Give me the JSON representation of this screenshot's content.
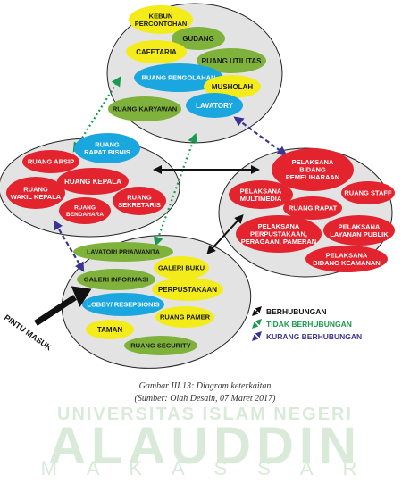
{
  "diagram": {
    "groups": [
      {
        "id": "service",
        "zones": [
          {
            "label": [
              "KEBUN",
              "PERCONTOHAN"
            ],
            "color": "yellow"
          },
          {
            "label": [
              "GUDANG"
            ],
            "color": "green"
          },
          {
            "label": [
              "CAFETARIA"
            ],
            "color": "yellow"
          },
          {
            "label": [
              "RUANG UTILITAS"
            ],
            "color": "green"
          },
          {
            "label": [
              "RUANG PENGOLAHAN"
            ],
            "color": "blue"
          },
          {
            "label": [
              "MUSHOLAH"
            ],
            "color": "yellow"
          },
          {
            "label": [
              "RUANG KARYAWAN"
            ],
            "color": "green"
          },
          {
            "label": [
              "LAVATORY"
            ],
            "color": "blue"
          }
        ]
      },
      {
        "id": "office",
        "zones": [
          {
            "label": [
              "RUANG",
              "RAPAT BISNIS"
            ],
            "color": "blue"
          },
          {
            "label": [
              "RUANG ARSIP"
            ],
            "color": "red"
          },
          {
            "label": [
              "RUANG KEPALA"
            ],
            "color": "red"
          },
          {
            "label": [
              "RUANG",
              "WAKIL KEPALA"
            ],
            "color": "red"
          },
          {
            "label": [
              "RUANG",
              "SEKRETARIS"
            ],
            "color": "red"
          },
          {
            "label": [
              "RUANG",
              "BENDAHARA"
            ],
            "color": "red"
          }
        ]
      },
      {
        "id": "management",
        "zones": [
          {
            "label": [
              "PELAKSANA",
              "BIDANG",
              "PEMELIHARAAN"
            ],
            "color": "red"
          },
          {
            "label": [
              "PELAKSANA",
              "MULTIMEDIA"
            ],
            "color": "red"
          },
          {
            "label": [
              "RUANG STAFF"
            ],
            "color": "red"
          },
          {
            "label": [
              "RUANG RAPAT"
            ],
            "color": "red"
          },
          {
            "label": [
              "PELAKSANA",
              "PERPUSTAKAAN,",
              "PERAGAAN, PAMERAN"
            ],
            "color": "red"
          },
          {
            "label": [
              "PELAKSANA",
              "LAYANAN PUBLIK"
            ],
            "color": "red"
          },
          {
            "label": [
              "PELAKSANA",
              "BIDANG KEAMANAN"
            ],
            "color": "red"
          }
        ]
      },
      {
        "id": "public",
        "zones": [
          {
            "label": [
              "LAVATORI PRIA/WANITA"
            ],
            "color": "green"
          },
          {
            "label": [
              "GALERI BUKU"
            ],
            "color": "yellow"
          },
          {
            "label": [
              "GALERI INFORMASI"
            ],
            "color": "green"
          },
          {
            "label": [
              "PERPUSTAKAAN"
            ],
            "color": "yellow"
          },
          {
            "label": [
              "LOBBY/ RESEPSIONIS"
            ],
            "color": "blue"
          },
          {
            "label": [
              "RUANG PAMER"
            ],
            "color": "yellow"
          },
          {
            "label": [
              "TAMAN"
            ],
            "color": "yellow"
          },
          {
            "label": [
              "RUANG SECURITY"
            ],
            "color": "green"
          }
        ]
      }
    ],
    "entrance_label": "PINTU MASUK",
    "relations": [
      {
        "from": "service",
        "to": "office",
        "type": "not-connected"
      },
      {
        "from": "service",
        "to": "management",
        "type": "weak"
      },
      {
        "from": "service",
        "to": "public",
        "type": "not-connected"
      },
      {
        "from": "office",
        "to": "management",
        "type": "connected"
      },
      {
        "from": "office",
        "to": "public",
        "type": "weak"
      },
      {
        "from": "management",
        "to": "public",
        "type": "connected"
      }
    ]
  },
  "legend": [
    {
      "type": "connected",
      "label": "BERHUBUNGAN",
      "color": "#111111"
    },
    {
      "type": "not-connected",
      "label": "TIDAK BERHUBUNGAN",
      "color": "#1a9950"
    },
    {
      "type": "weak",
      "label": "KURANG BERHUBUNGAN",
      "color": "#3b3592"
    }
  ],
  "colors": {
    "yellow": "#f3ec1a",
    "green": "#7fb23a",
    "blue": "#1aa7e0",
    "red": "#e3232d",
    "group_fill": "#e3e3e3",
    "group_stroke": "#222222"
  },
  "caption": {
    "line1": "Gambar III.13: Diagram keterkaitan",
    "line2": "(Sumber: Olah Desain, 07 Maret 2017)"
  },
  "watermark": {
    "top": "UNIVERSITAS ISLAM NEGERI",
    "name": "ALAUDDIN",
    "city": "M A K A S S A R"
  }
}
